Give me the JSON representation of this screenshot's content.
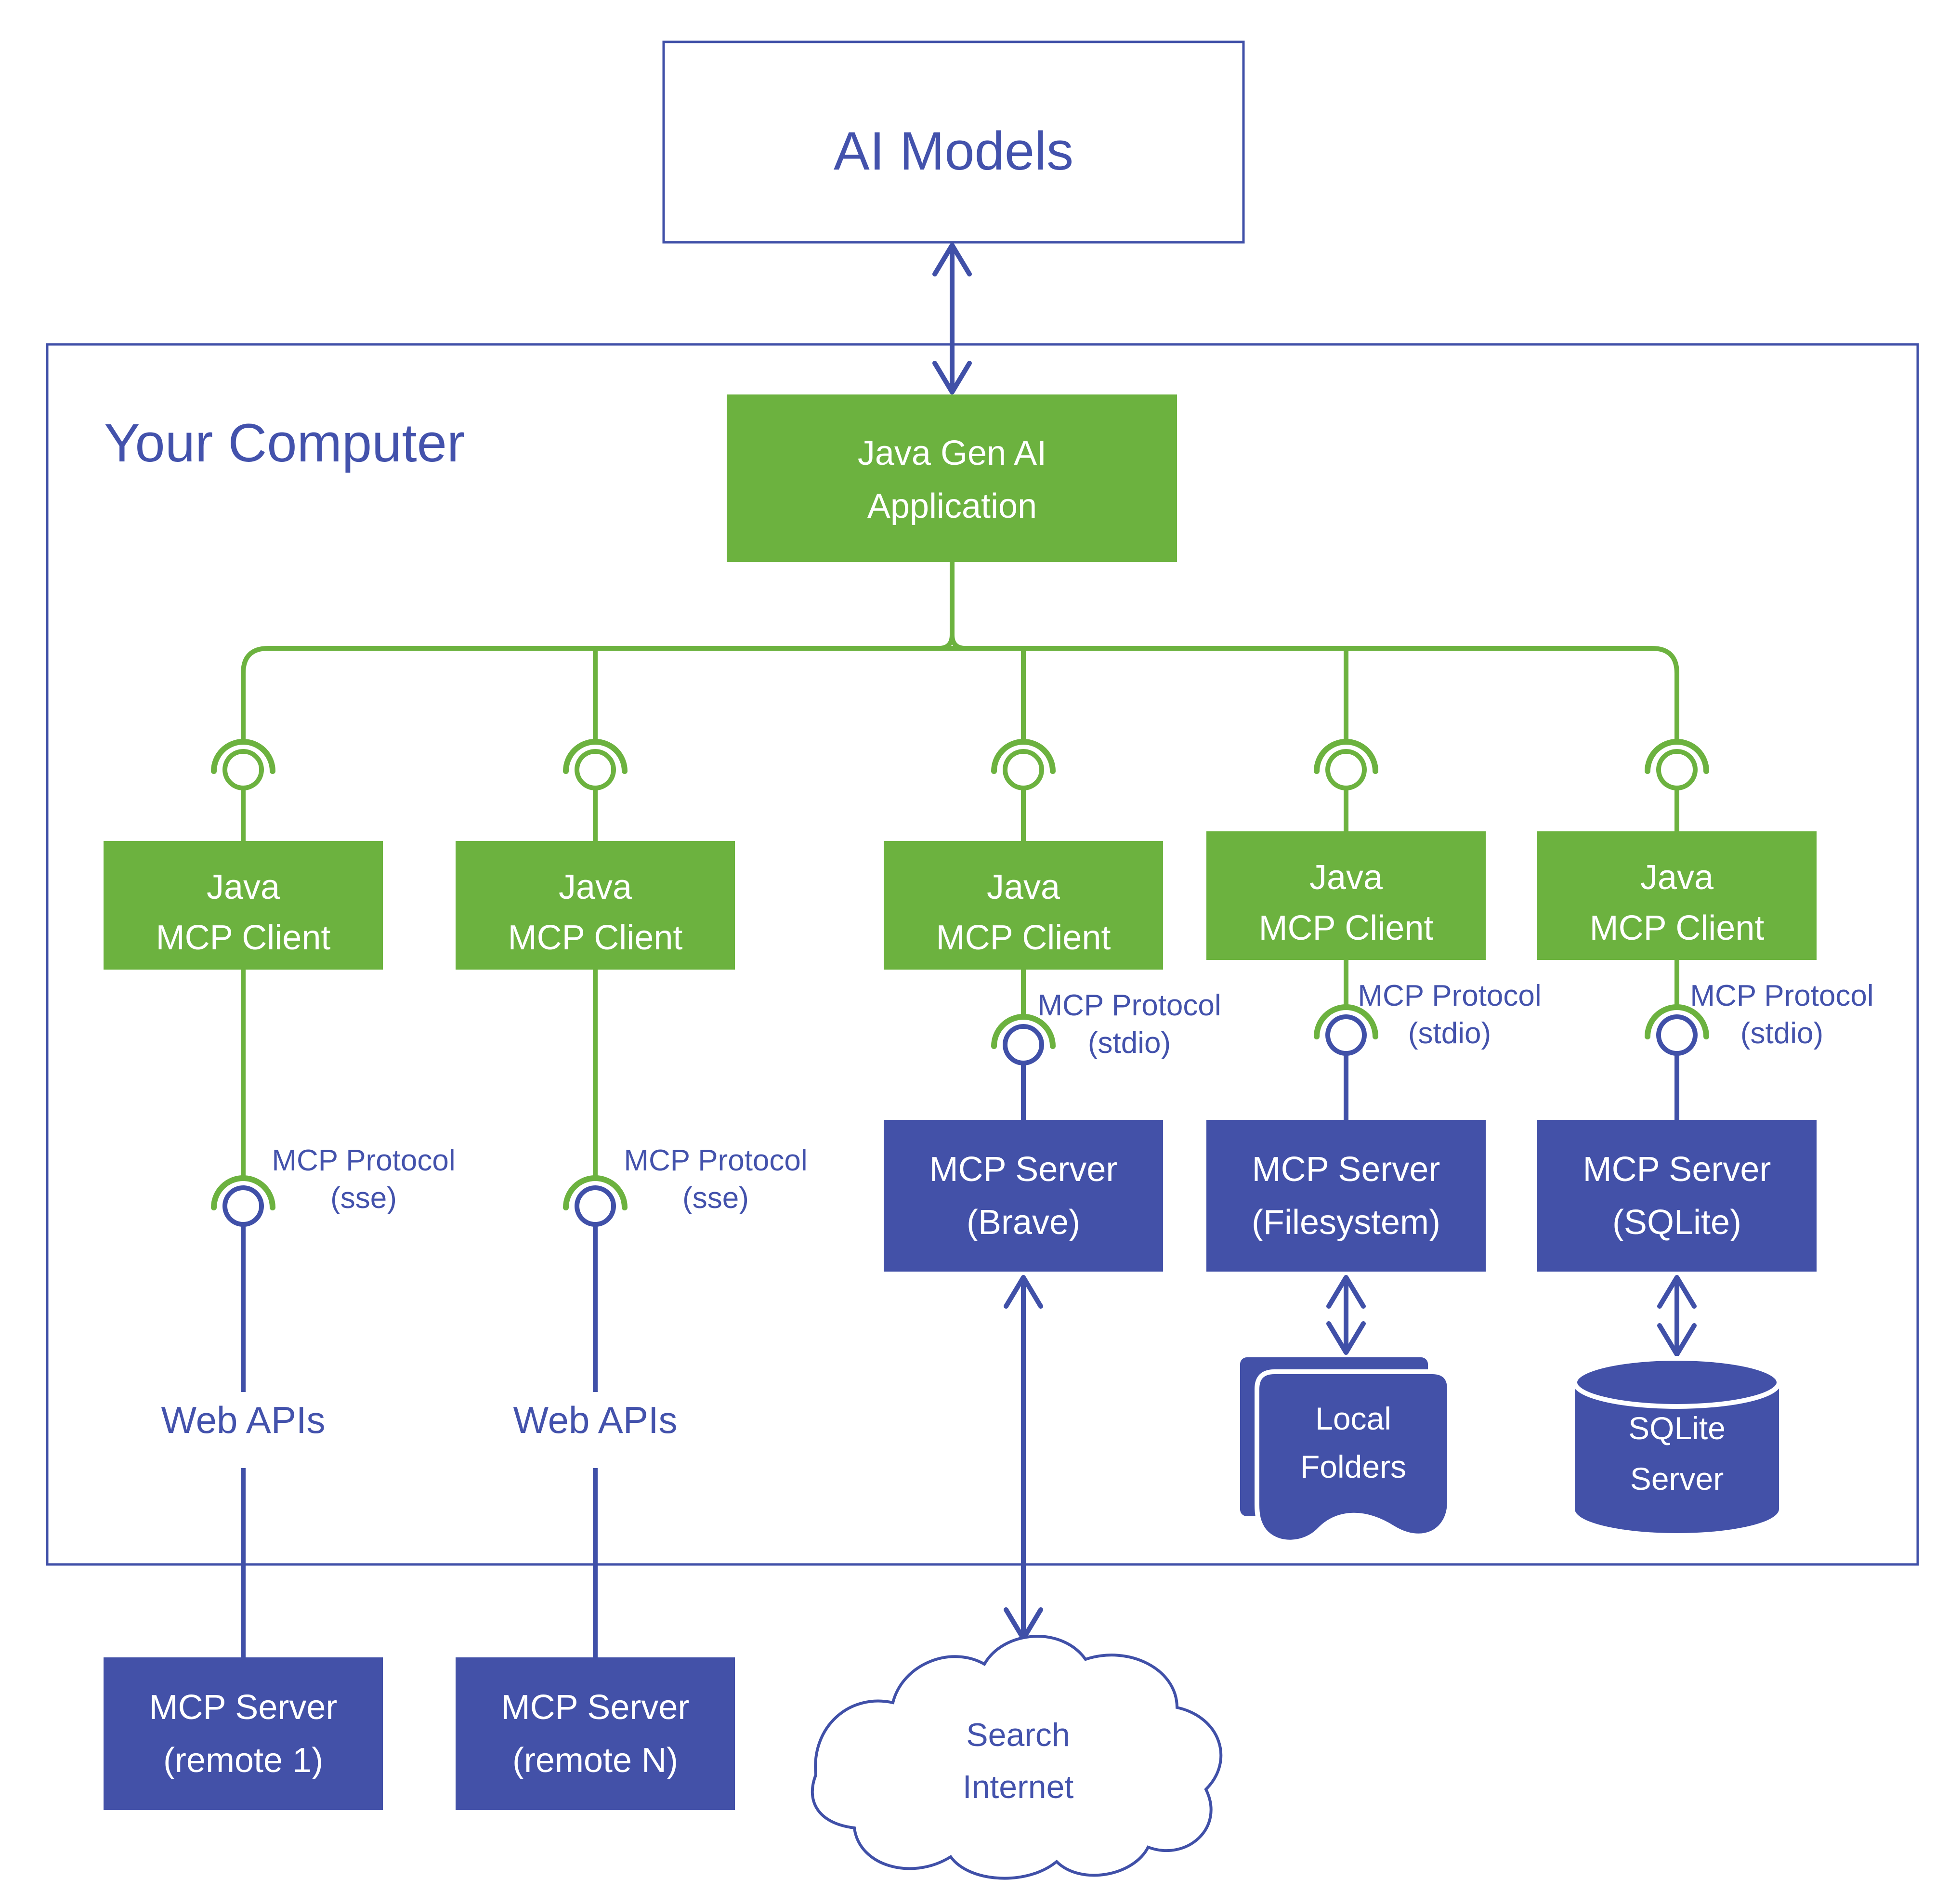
{
  "colors": {
    "green": "#6CB23F",
    "blue_box_fill": "#4351A8",
    "blue_line": "#4050A8",
    "blue_text": "#4352AC",
    "box_text": "#FFFFFF",
    "background": "#FFFFFF"
  },
  "ai_models": {
    "label": "AI Models"
  },
  "your_computer": {
    "label": "Your Computer"
  },
  "gen_ai_app": {
    "line1": "Java Gen AI",
    "line2": "Application"
  },
  "clients": [
    {
      "line1": "Java",
      "line2": "MCP Client"
    },
    {
      "line1": "Java",
      "line2": "MCP Client"
    },
    {
      "line1": "Java",
      "line2": "MCP Client"
    },
    {
      "line1": "Java",
      "line2": "MCP Client"
    },
    {
      "line1": "Java",
      "line2": "MCP Client"
    }
  ],
  "protocol_sse": {
    "line1": "MCP Protocol",
    "line2": "(sse)"
  },
  "protocol_stdio": {
    "line1": "MCP Protocol",
    "line2": "(stdio)"
  },
  "web_apis": {
    "label": "Web APIs"
  },
  "server_brave": {
    "line1": "MCP Server",
    "line2": "(Brave)"
  },
  "server_filesystem": {
    "line1": "MCP Server",
    "line2": "(Filesystem)"
  },
  "server_sqlite": {
    "line1": "MCP Server",
    "line2": "(SQLite)"
  },
  "server_remote_1": {
    "line1": "MCP Server",
    "line2": "(remote 1)"
  },
  "server_remote_n": {
    "line1": "MCP Server",
    "line2": "(remote N)"
  },
  "local_folders": {
    "line1": "Local",
    "line2": "Folders"
  },
  "sqlite_db": {
    "line1": "SQLite",
    "line2": "Server"
  },
  "search_internet": {
    "line1": "Search",
    "line2": "Internet"
  }
}
